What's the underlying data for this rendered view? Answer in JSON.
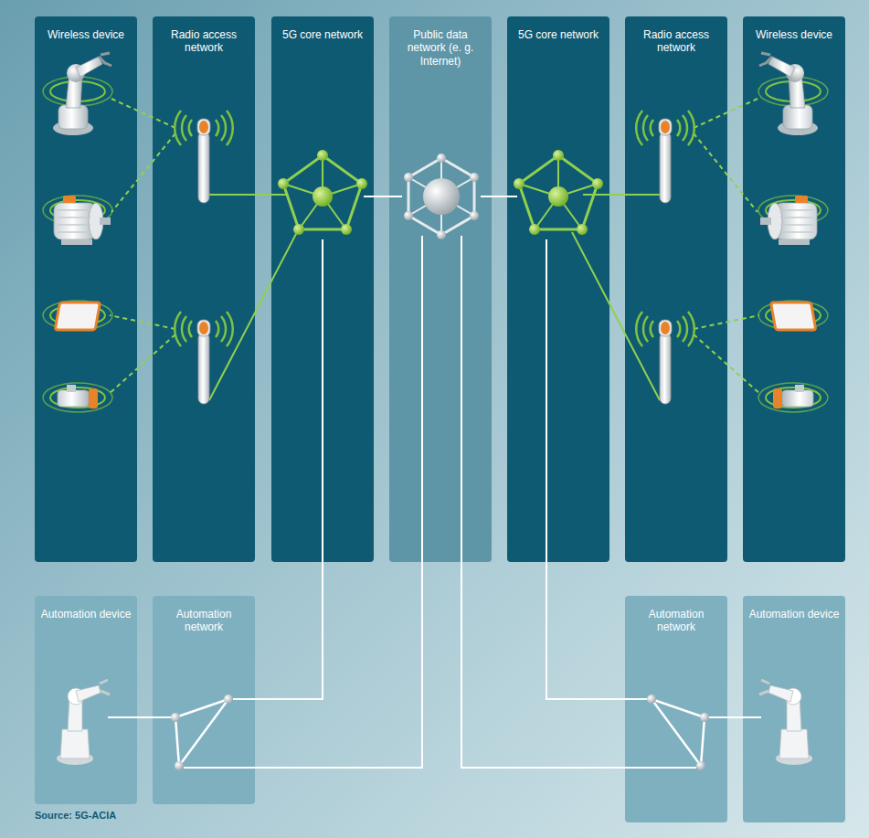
{
  "diagram": {
    "nodes": [
      {
        "text": [
          "Wireless device"
        ]
      },
      {
        "text": [
          "Radio access network"
        ]
      },
      {
        "text": [
          "5G core network"
        ]
      },
      {
        "text": [
          "Public data network (e. g. Internet)"
        ]
      },
      {
        "text": [
          "5G core network"
        ]
      },
      {
        "text": [
          "Radio access network"
        ]
      },
      {
        "text": [
          "Wireless device"
        ]
      },
      {
        "text": [
          "Automation device"
        ]
      },
      {
        "text": [
          "Automation network"
        ]
      },
      {
        "text": [
          "Automation network"
        ]
      },
      {
        "text": [
          "Automation device"
        ]
      }
    ],
    "labels": [
      "Source: 5G-ACIA"
    ]
  }
}
